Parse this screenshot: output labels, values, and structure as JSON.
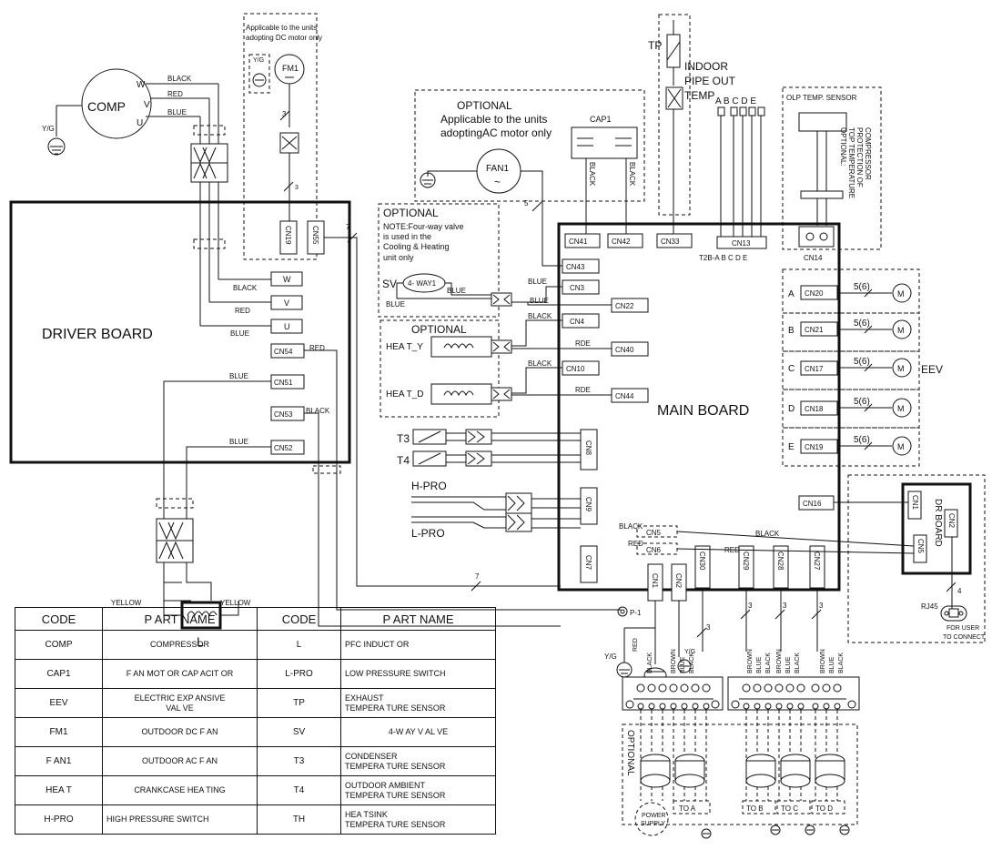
{
  "labels": {
    "comp": "COMP",
    "w": "W",
    "v": "V",
    "u": "U",
    "yg": "Y/G",
    "black": "BLACK",
    "red": "RED",
    "blue": "BLUE",
    "yellow": "YELLOW",
    "rde": "RDE",
    "dc_note_1": "Applicable to the units",
    "dc_note_2": "adopting DC motor only",
    "fm1": "FM1",
    "three": "3",
    "seven": "7",
    "four": "4",
    "five": "5",
    "five_six": "5(6)",
    "cn19": "CN19",
    "cn55": "CN55",
    "driver_board": "DRIVER BOARD",
    "cn54": "CN54",
    "cn51": "CN51",
    "cn53": "CN53",
    "cn52": "CN52",
    "l": "L",
    "opt_ac_1": "OPTIONAL",
    "opt_ac_2": "Applicable to the units",
    "opt_ac_3": "adoptingAC  motor only",
    "fan1": "FAN1",
    "tilde": "~",
    "cap1": "CAP1",
    "tp": "TP",
    "indoor_1": "INDOOR",
    "indoor_2": "PIPE OUT",
    "indoor_3": "TEMP",
    "t2b_letters": "A  B C D E",
    "t2b_label": "T2B-A  B C  D E",
    "olp": "OLP TEMP. SENSOR",
    "olp_opt_1": "OPTIONAL:",
    "olp_opt_2": "TOP TEMPERATURE",
    "olp_opt_3": "PROTECTION OF",
    "olp_opt_4": "COMPRESSOR",
    "opt_sv_1": "OPTIONAL",
    "opt_sv_2": "NOTE:Four-way valve",
    "opt_sv_3": " is used in the",
    "opt_sv_4": "Cooling  & Heating",
    "opt_sv_5": "unit only",
    "sv": "SV",
    "way": "4- WAY1",
    "opt_hea": "OPTIONAL",
    "hea_ty": "HEA T_Y",
    "hea_td": "HEA T_D",
    "t3": "T3",
    "t4": "T4",
    "hpro": "H-PRO",
    "lpro": "L-PRO",
    "cn41": "CN41",
    "cn42": "CN42",
    "cn33": "CN33",
    "cn13": "CN13",
    "cn14": "CN14",
    "cn43": "CN43",
    "cn3": "CN3",
    "cn22": "CN22",
    "cn4": "CN4",
    "cn40": "CN40",
    "cn10": "CN10",
    "cn44": "CN44",
    "cn8": "CN8",
    "cn9": "CN9",
    "cn16": "CN16",
    "cn5": "CN5",
    "cn6": "CN6",
    "cn7": "CN7",
    "cn1": "CN1",
    "cn2": "CN2",
    "cn30": "CN30",
    "cn29": "CN29",
    "cn28": "CN28",
    "cn27": "CN27",
    "main_board": "MAIN BOARD",
    "cn20": "CN20",
    "cn21": "CN21",
    "cn17": "CN17",
    "cn18": "CN18",
    "a": "A",
    "b": "B",
    "c": "C",
    "d": "D",
    "e": "E",
    "m": "M",
    "eev": "EEV",
    "dr_board": "DR BOARD",
    "dr_cn1": "CN1",
    "dr_cn2": "CN2",
    "dr_cn5": "CN5",
    "rj45": "RJ45",
    "for_user_1": "FOR USER",
    "for_user_2": "TO CONNECT",
    "p1": "P-1",
    "brown": "BROWN",
    "optional_v": "OPTIONAL",
    "power_1": "POWER",
    "power_2": "SUPPLY",
    "to_a": "TO A",
    "to_b": "TO B",
    "to_c": "TO C",
    "to_d": "TO D"
  },
  "legend": {
    "headers": [
      "CODE",
      "P ART NAME",
      "CODE",
      "P ART NAME"
    ],
    "rows": [
      [
        "COMP",
        "COMPRESSOR",
        "L",
        "PFC INDUCT    OR"
      ],
      [
        "CAP1",
        "F AN MOT    OR CAP    ACIT  OR",
        "L-PRO",
        "LOW PRESSURE SWITCH"
      ],
      [
        "EEV",
        "ELECTRIC EXP        ANSIVE\nVAL VE",
        "TP",
        "EXHAUST\nTEMPERA     TURE SENSOR"
      ],
      [
        "FM1",
        "OUTDOOR DC  F       AN",
        "SV",
        "4-W AY  V AL VE"
      ],
      [
        "F AN1",
        "OUTDOOR      AC F  AN",
        "T3",
        "CONDENSER\nTEMPERA     TURE SENSOR"
      ],
      [
        "HEA  T",
        "CRANKCASE HEA        TING",
        "T4",
        "OUTDOOR      AMBIENT\nTEMPERA     TURE SENSOR"
      ],
      [
        "H-PRO",
        "HIGH PRESSURE SWITCH",
        "TH",
        "HEA  TSINK\nTEMPERA     TURE SENSOR"
      ]
    ]
  }
}
